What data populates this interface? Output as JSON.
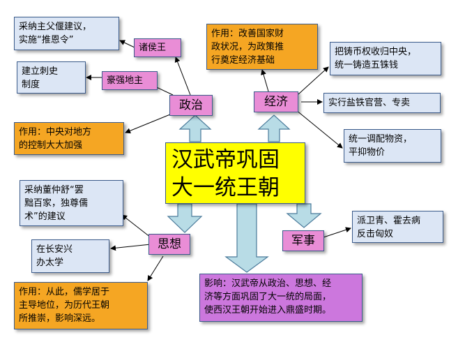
{
  "center": {
    "line1": "汉武帝巩固",
    "line2": "大一统王朝"
  },
  "categories": {
    "politics": "政治",
    "economy": "经济",
    "thought": "思想",
    "military": "军事"
  },
  "politics": {
    "tuienling": {
      "line1": "采纳主父偃建议，",
      "line2": "实施“推恩令”"
    },
    "zhuhou": "诸侯王",
    "cishi": {
      "line1": "建立刺史",
      "line2": "制度"
    },
    "haoqiang": "豪强地主",
    "effect": {
      "line1": "作用：中央对地方",
      "line2": "的控制大大加强"
    }
  },
  "economy": {
    "effect": {
      "line1": "作用：改善国家财",
      "line2": "政状况，为政策推",
      "line3": "行奠定经济基础"
    },
    "coin": {
      "line1": "把铸币权收归中央，",
      "line2": "统一铸造五铢钱"
    },
    "salt_iron": "实行盐铁官营、专卖",
    "goods": {
      "line1": "统一调配物资，",
      "line2": "平抑物价"
    }
  },
  "thought": {
    "dong": {
      "line1": "采纳董仲舒“罢",
      "line2": "黜百家，独尊儒",
      "line3": "术”的建议"
    },
    "taixue": {
      "line1": "在长安兴",
      "line2": "办太学"
    },
    "effect": {
      "line1": "作用：从此，儒学居于",
      "line2": "主导地位，为历代王朝",
      "line3": "所推崇，影响深远。"
    }
  },
  "military": {
    "generals": {
      "line1": "派卫青、霍去病",
      "line2": "反击匈奴"
    }
  },
  "influence": {
    "line1": "影响：汉武帝从政治、思想、经",
    "line2": "济等方面巩固了大一统的局面，",
    "line3": "使西汉王朝开始进入鼎盛时期。"
  },
  "colors": {
    "blue_box": "#dce6f5",
    "orange_box": "#f5a623",
    "pink_box": "#e98dd6",
    "purple_box": "#cc77dd",
    "center": "#ffff00",
    "arrow_fill": "#b8dce6"
  }
}
